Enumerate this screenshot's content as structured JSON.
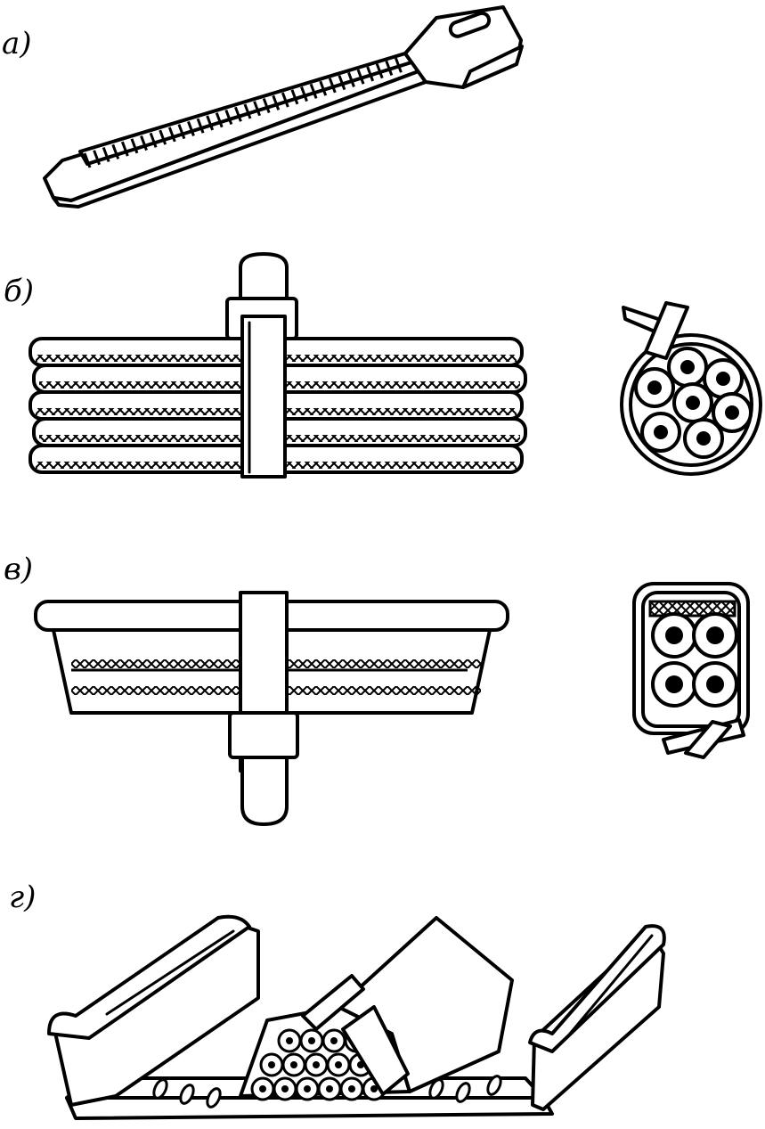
{
  "labels": {
    "a": "а)",
    "b": "б)",
    "v": "в)",
    "g": "г)"
  },
  "colors": {
    "ink": "#000000",
    "paper": "#ffffff"
  }
}
